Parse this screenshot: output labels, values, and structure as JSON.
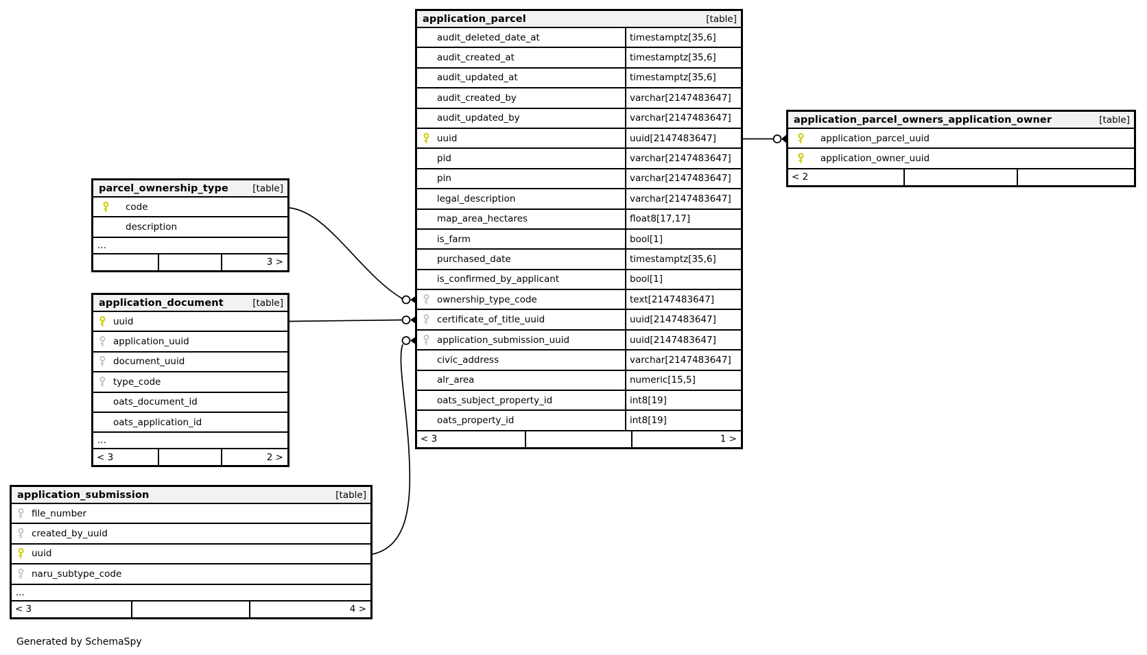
{
  "page": {
    "footer_note": "Generated by SchemaSpy"
  },
  "colors": {
    "primary_key": "#cccc00",
    "foreign_key": "#c4c4c4",
    "header_bg": "#f2f2f2",
    "border": "#000000"
  },
  "tables": {
    "application_parcel": {
      "title": "application_parcel",
      "badge": "[table]",
      "columns": [
        {
          "name": "audit_deleted_date_at",
          "type": "timestamptz[35,6]",
          "key": "none"
        },
        {
          "name": "audit_created_at",
          "type": "timestamptz[35,6]",
          "key": "none"
        },
        {
          "name": "audit_updated_at",
          "type": "timestamptz[35,6]",
          "key": "none"
        },
        {
          "name": "audit_created_by",
          "type": "varchar[2147483647]",
          "key": "none"
        },
        {
          "name": "audit_updated_by",
          "type": "varchar[2147483647]",
          "key": "none"
        },
        {
          "name": "uuid",
          "type": "uuid[2147483647]",
          "key": "primary"
        },
        {
          "name": "pid",
          "type": "varchar[2147483647]",
          "key": "none"
        },
        {
          "name": "pin",
          "type": "varchar[2147483647]",
          "key": "none"
        },
        {
          "name": "legal_description",
          "type": "varchar[2147483647]",
          "key": "none"
        },
        {
          "name": "map_area_hectares",
          "type": "float8[17,17]",
          "key": "none"
        },
        {
          "name": "is_farm",
          "type": "bool[1]",
          "key": "none"
        },
        {
          "name": "purchased_date",
          "type": "timestamptz[35,6]",
          "key": "none"
        },
        {
          "name": "is_confirmed_by_applicant",
          "type": "bool[1]",
          "key": "none"
        },
        {
          "name": "ownership_type_code",
          "type": "text[2147483647]",
          "key": "foreign"
        },
        {
          "name": "certificate_of_title_uuid",
          "type": "uuid[2147483647]",
          "key": "foreign"
        },
        {
          "name": "application_submission_uuid",
          "type": "uuid[2147483647]",
          "key": "foreign"
        },
        {
          "name": "civic_address",
          "type": "varchar[2147483647]",
          "key": "none"
        },
        {
          "name": "alr_area",
          "type": "numeric[15,5]",
          "key": "none"
        },
        {
          "name": "oats_subject_property_id",
          "type": "int8[19]",
          "key": "none"
        },
        {
          "name": "oats_property_id",
          "type": "int8[19]",
          "key": "none"
        }
      ],
      "footer": {
        "left": "< 3",
        "center": "",
        "right": "1 >"
      }
    },
    "application_parcel_owners_application_owner": {
      "title": "application_parcel_owners_application_owner",
      "badge": "[table]",
      "columns": [
        {
          "name": "application_parcel_uuid",
          "key": "primary"
        },
        {
          "name": "application_owner_uuid",
          "key": "primary"
        }
      ],
      "footer": {
        "left": "< 2",
        "center": "",
        "right": ""
      }
    },
    "parcel_ownership_type": {
      "title": "parcel_ownership_type",
      "badge": "[table]",
      "columns": [
        {
          "name": "code",
          "key": "primary"
        },
        {
          "name": "description",
          "key": "none"
        }
      ],
      "ellipsis": "...",
      "footer": {
        "left": "",
        "center": "",
        "right": "3 >"
      }
    },
    "application_document": {
      "title": "application_document",
      "badge": "[table]",
      "columns": [
        {
          "name": "uuid",
          "key": "primary"
        },
        {
          "name": "application_uuid",
          "key": "foreign"
        },
        {
          "name": "document_uuid",
          "key": "foreign"
        },
        {
          "name": "type_code",
          "key": "foreign"
        },
        {
          "name": "oats_document_id",
          "key": "none"
        },
        {
          "name": "oats_application_id",
          "key": "none"
        }
      ],
      "ellipsis": "...",
      "footer": {
        "left": "< 3",
        "center": "",
        "right": "2 >"
      }
    },
    "application_submission": {
      "title": "application_submission",
      "badge": "[table]",
      "columns": [
        {
          "name": "file_number",
          "key": "foreign"
        },
        {
          "name": "created_by_uuid",
          "key": "foreign"
        },
        {
          "name": "uuid",
          "key": "primary"
        },
        {
          "name": "naru_subtype_code",
          "key": "foreign"
        }
      ],
      "ellipsis": "...",
      "footer": {
        "left": "< 3",
        "center": "",
        "right": "4 >"
      }
    }
  }
}
